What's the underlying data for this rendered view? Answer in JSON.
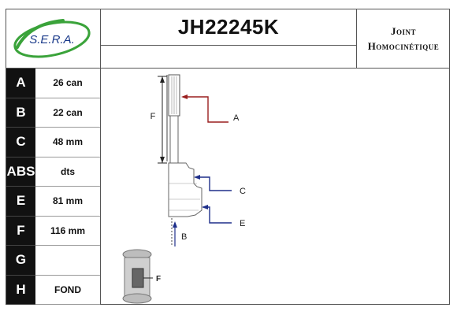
{
  "header": {
    "logo_text": "S.E.R.A.",
    "part_number": "JH22245K",
    "type_line1": "Joint",
    "type_line2": "Homocinétique"
  },
  "specs": [
    {
      "key": "A",
      "value": "26 can"
    },
    {
      "key": "B",
      "value": "22 can"
    },
    {
      "key": "C",
      "value": "48 mm"
    },
    {
      "key": "ABS",
      "value": "dts"
    },
    {
      "key": "E",
      "value": "81 mm"
    },
    {
      "key": "F",
      "value": "116 mm"
    },
    {
      "key": "G",
      "value": ""
    },
    {
      "key": "H",
      "value": "FOND"
    }
  ],
  "diagram": {
    "label_a": "A",
    "label_b": "B",
    "label_c": "C",
    "label_e": "E",
    "label_f": "F",
    "thumb_label": "F"
  },
  "colors": {
    "logo_green": "#3aa33a",
    "logo_text": "#1a3a8a",
    "leader_red": "#9a1f1f",
    "arrow_blue": "#1e2f8a"
  }
}
